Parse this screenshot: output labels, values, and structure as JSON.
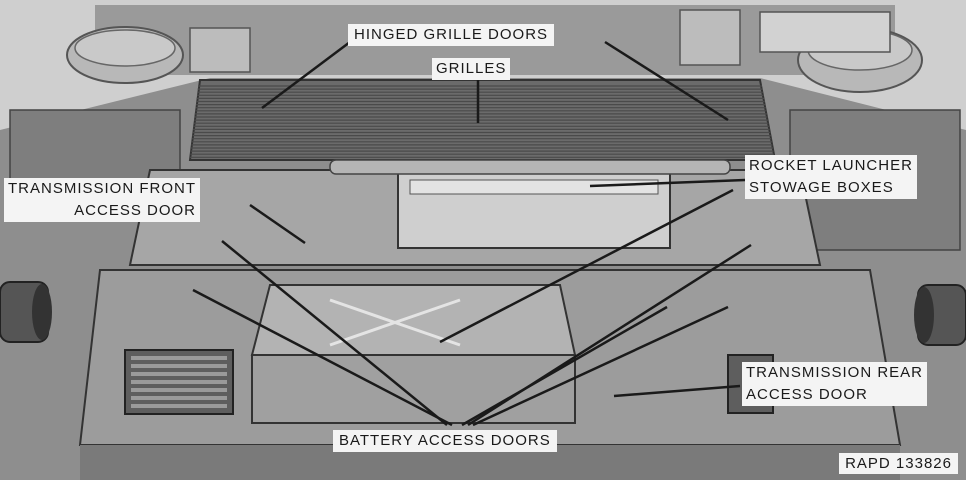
{
  "labels": {
    "hinged_grille_doors": "HINGED GRILLE DOORS",
    "grilles": "GRILLES",
    "rocket_launcher_1": "ROCKET LAUNCHER",
    "rocket_launcher_2": "STOWAGE BOXES",
    "transmission_front_1": "TRANSMISSION FRONT",
    "transmission_front_2": "ACCESS DOOR",
    "transmission_rear_1": "TRANSMISSION REAR",
    "transmission_rear_2": "ACCESS DOOR",
    "battery_access_doors": "BATTERY ACCESS DOORS"
  },
  "figure_id": "RAPD 133826",
  "colors": {
    "deck": "#8e8e8e",
    "deck_light": "#a9a9a9",
    "grille": "#6b6b6b",
    "dark": "#3a3a3a",
    "leader": "#1a1a1a",
    "label_bg": "#f4f4f4"
  }
}
